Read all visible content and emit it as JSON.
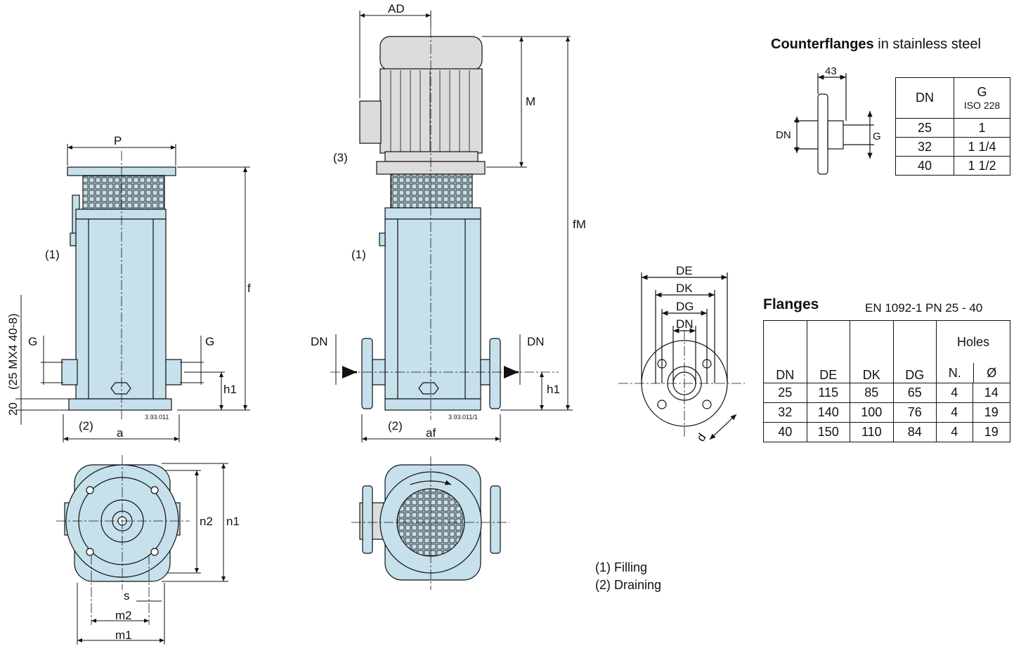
{
  "dims": {
    "P": "P",
    "AD": "AD",
    "M": "M",
    "fM": "fM",
    "f": "f",
    "G": "G",
    "DN": "DN",
    "h1": "h1",
    "a": "a",
    "af": "af",
    "n1": "n1",
    "n2": "n2",
    "s": "s",
    "m1": "m1",
    "m2": "m2",
    "DE": "DE",
    "DK": "DK",
    "DG": "DG",
    "d": "d",
    "base": "20",
    "bolts": "(25  MX4  40-8)",
    "c43": "43"
  },
  "callouts": {
    "c1": "(1)",
    "c2": "(2)",
    "c3": "(3)"
  },
  "drawing_codes": {
    "left": "3.93.011",
    "right": "3.93.011/1"
  },
  "counterflanges": {
    "title_bold": "Counterflanges",
    "title_rest": " in stainless steel",
    "headers": {
      "dn": "DN",
      "g": "G",
      "g_sub": "ISO 228"
    },
    "rows": [
      {
        "dn": "25",
        "g": "1"
      },
      {
        "dn": "32",
        "g": "1 1/4"
      },
      {
        "dn": "40",
        "g": "1 1/2"
      }
    ]
  },
  "flanges": {
    "title": "Flanges",
    "standard": "EN 1092-1   PN 25 - 40",
    "holes_header": "Holes",
    "headers": [
      "DN",
      "DE",
      "DK",
      "DG",
      "N.",
      "Ø"
    ],
    "rows": [
      [
        "25",
        "115",
        "85",
        "65",
        "4",
        "14"
      ],
      [
        "32",
        "140",
        "100",
        "76",
        "4",
        "19"
      ],
      [
        "40",
        "150",
        "110",
        "84",
        "4",
        "19"
      ]
    ]
  },
  "legend": [
    "(1) Filling",
    "(2) Draining"
  ],
  "colors": {
    "pump_body": "#c6e0ec",
    "motor": "#dcdcdc",
    "line": "#111111"
  }
}
